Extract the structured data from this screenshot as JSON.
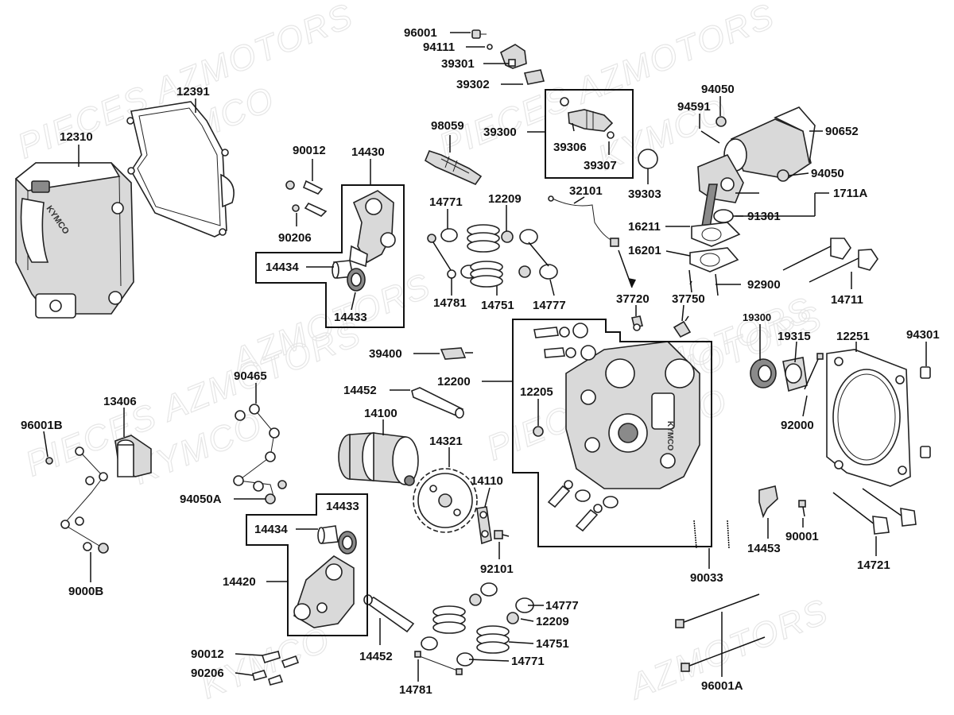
{
  "watermarks": [
    "PIECES AZMOTORS",
    "KYMCO",
    "PIECES AZMOTORS",
    "KYMCO",
    "PIECES AZMOTORS",
    "KYMCO",
    "AZMOTORS",
    "KYMCO",
    "AZMOTORS",
    "PIECES AZMOTORS",
    "KYMCO",
    "AZMOTORS"
  ],
  "cover_logo": "KYMCO",
  "head_logo": "KYMCO",
  "parts": {
    "p96001": "96001",
    "p94111": "94111",
    "p39301": "39301",
    "p39302": "39302",
    "p12391": "12391",
    "p12310": "12310",
    "p94050_top": "94050",
    "p94591": "94591",
    "p90652": "90652",
    "p98059": "98059",
    "p39300": "39300",
    "p39306": "39306",
    "p39307": "39307",
    "p90012_top": "90012",
    "p14430": "14430",
    "p94050_mid": "94050",
    "p39303": "39303",
    "p14771_top": "14771",
    "p12209_top": "12209",
    "p32101": "32101",
    "p1711A": "1711A",
    "p90206_top": "90206",
    "p16211": "16211",
    "p91301": "91301",
    "p14434_top": "14434",
    "p16201": "16201",
    "p92900": "92900",
    "p14711": "14711",
    "p14781_top": "14781",
    "p14751_top": "14751",
    "p14777_top": "14777",
    "p14433_top": "14433",
    "p37720": "37720",
    "p37750": "37750",
    "p19300": "19300",
    "p19315": "19315",
    "p12251": "12251",
    "p94301": "94301",
    "p39400": "39400",
    "p12200": "12200",
    "p90465": "90465",
    "p14452_top": "14452",
    "p13406": "13406",
    "p14100": "14100",
    "p12205": "12205",
    "p96001B": "96001B",
    "p92000": "92000",
    "p14321": "14321",
    "p14110": "14110",
    "p94050A": "94050A",
    "p14433_bot": "14433",
    "p14434_bot": "14434",
    "p90001": "90001",
    "p92101": "92101",
    "p14453": "14453",
    "p14721": "14721",
    "p9000B": "9000B",
    "p90033": "90033",
    "p14420": "14420",
    "p14777_bot": "14777",
    "p12209_bot": "12209",
    "p14751_bot": "14751",
    "p14771_bot": "14771",
    "p14452_bot": "14452",
    "p90012_bot": "90012",
    "p90206_bot": "90206",
    "p14781_bot": "14781",
    "p96001A": "96001A"
  }
}
